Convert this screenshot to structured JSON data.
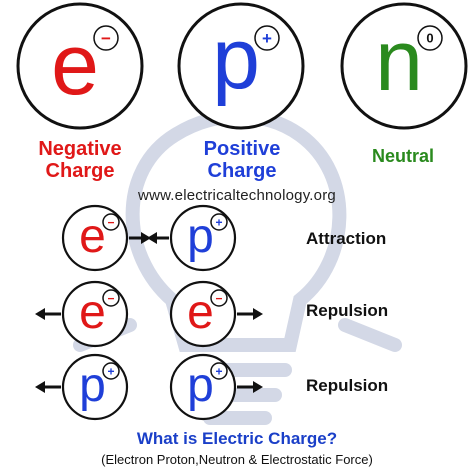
{
  "colors": {
    "electron": "#e01818",
    "proton": "#1f3fd8",
    "neutron": "#2a8a1e",
    "arrow": "#111111",
    "watermark": "#d3d8e6"
  },
  "particles": {
    "electron": {
      "letter": "e",
      "sign": "−",
      "name": "Negative Charge",
      "name_line1": "Negative",
      "name_line2": "Charge"
    },
    "proton": {
      "letter": "p",
      "sign": "+",
      "name": "Positive Charge",
      "name_line1": "Positive",
      "name_line2": "Charge"
    },
    "neutron": {
      "letter": "n",
      "sign": "0",
      "name": "Neutral"
    }
  },
  "website": "www.electricaltechnology.org",
  "interactions": [
    {
      "left": "electron",
      "right": "proton",
      "label": "Attraction",
      "arrows": "inward"
    },
    {
      "left": "electron",
      "right": "electron",
      "label": "Repulsion",
      "arrows": "outward"
    },
    {
      "left": "proton",
      "right": "proton",
      "label": "Repulsion",
      "arrows": "outward"
    }
  ],
  "title": "What is Electric Charge?",
  "subtitle": "(Electron Proton,Neutron & Electrostatic Force)"
}
